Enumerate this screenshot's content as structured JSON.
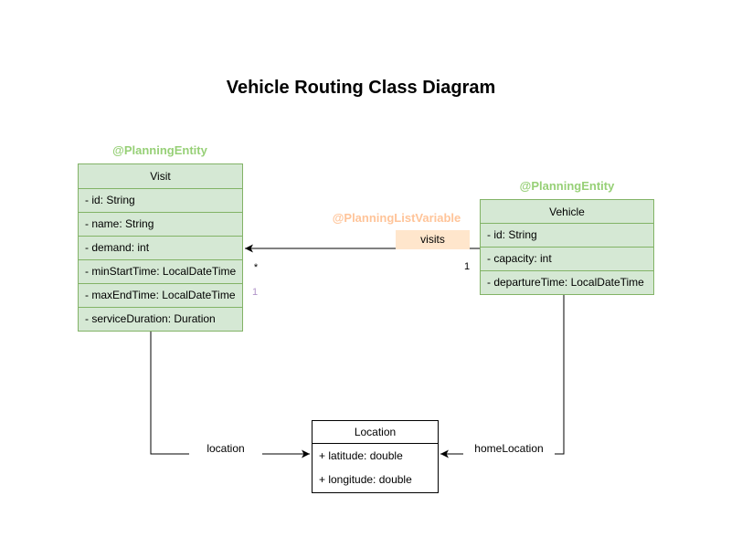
{
  "title": "Vehicle Routing Class Diagram",
  "annotations": {
    "visit": "@PlanningEntity",
    "vehicle": "@PlanningEntity",
    "visits_edge": "@PlanningListVariable"
  },
  "classes": {
    "visit": {
      "name": "Visit",
      "attributes": [
        "- id: String",
        "- name: String",
        "- demand: int",
        "- minStartTime: LocalDateTime",
        "- maxEndTime: LocalDateTime",
        "- serviceDuration: Duration"
      ]
    },
    "vehicle": {
      "name": "Vehicle",
      "attributes": [
        "- id: String",
        "- capacity: int",
        "- departureTime: LocalDateTime"
      ]
    },
    "location": {
      "name": "Location",
      "attributes": [
        "+ latitude: double",
        "+ longitude: double"
      ]
    }
  },
  "edges": {
    "visits": {
      "label": "visits",
      "source_multiplicity": "1",
      "target_multiplicity": "*",
      "index_label": "1"
    },
    "location": {
      "label": "location"
    },
    "home_location": {
      "label": "homeLocation"
    }
  },
  "colors": {
    "class_fill": "#d5e8d4",
    "class_stroke": "#82b366",
    "entity_annotation_color": "#97d077",
    "list_annotation_color": "#ffc499",
    "visits_label_bg": "#ffe6cc",
    "index_color": "#b094c8",
    "edge_color": "#000000"
  }
}
